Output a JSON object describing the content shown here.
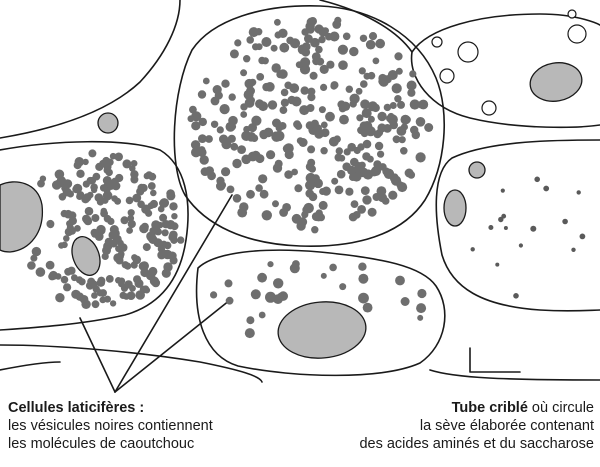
{
  "captions": {
    "laticiferes": {
      "title": "Cellules laticifères :",
      "line1": "les vésicules noires contiennent",
      "line2": "les molécules de caoutchouc"
    },
    "tube_crible": {
      "title": "Tube criblé",
      "title_rest": " où circule",
      "line1": "la sève élaborée contenant",
      "line2": "des acides aminés et du saccharose"
    }
  },
  "colors": {
    "ink": "#1a1a1a",
    "vesicle": "#6e6e6e",
    "vacuole": "#b8b8b8",
    "paper": "#ffffff"
  }
}
